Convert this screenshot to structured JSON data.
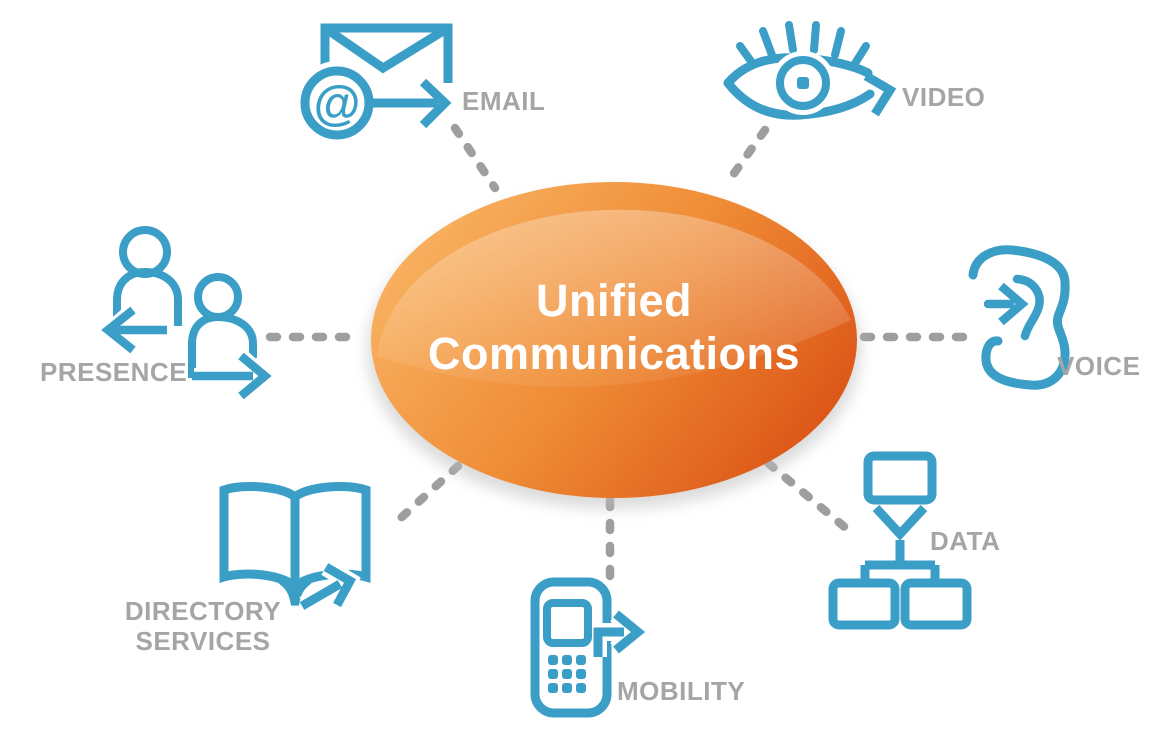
{
  "center": {
    "label_line1": "Unified",
    "label_line2": "Communications"
  },
  "nodes": [
    {
      "id": "email",
      "label": "EMAIL",
      "icon": "envelope-at-arrow-icon"
    },
    {
      "id": "video",
      "label": "VIDEO",
      "icon": "eye-arrow-icon"
    },
    {
      "id": "voice",
      "label": "VOICE",
      "icon": "ear-arrow-icon"
    },
    {
      "id": "data",
      "label": "DATA",
      "icon": "flowchart-hierarchy-icon"
    },
    {
      "id": "mobility",
      "label": "MOBILITY",
      "icon": "mobile-phone-arrow-icon"
    },
    {
      "id": "directory-services",
      "label": "DIRECTORY SERVICES",
      "label_lines": [
        "DIRECTORY",
        "SERVICES"
      ],
      "icon": "open-book-arrow-icon"
    },
    {
      "id": "presence",
      "label": "PRESENCE",
      "icon": "two-people-arrows-icon"
    }
  ],
  "colors": {
    "blue": "#3B9EC7",
    "label_gray": "#A3A5A7",
    "dash_gray": "#9C9EA0",
    "orange_light": "#F8B160",
    "orange_mid": "#EF8B35",
    "orange_deep": "#DC5517",
    "text_white": "#FFFFFF"
  }
}
